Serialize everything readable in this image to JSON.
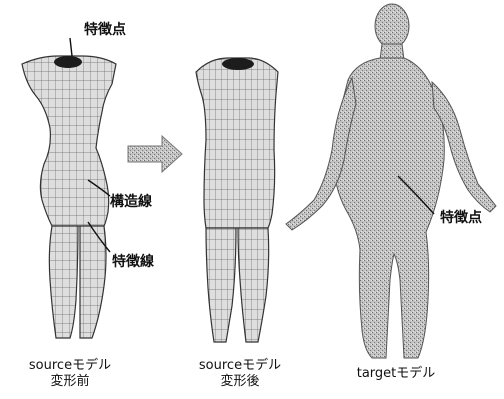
{
  "annotations": {
    "feature_point_top": "特徴点",
    "structure_line": "構造線",
    "feature_line": "特徴線",
    "feature_point_right": "特徴点"
  },
  "captions": {
    "source_before_line1": "sourceモデル",
    "source_before_line2": "変形前",
    "source_after_line1": "sourceモデル",
    "source_after_line2": "変形後",
    "target": "targetモデル"
  },
  "colors": {
    "mannequin_fill": "#dcdcdc",
    "grid_line": "#555555",
    "target_fill": "#b5b5b5",
    "arrow_fill": "#9a9a9a"
  }
}
